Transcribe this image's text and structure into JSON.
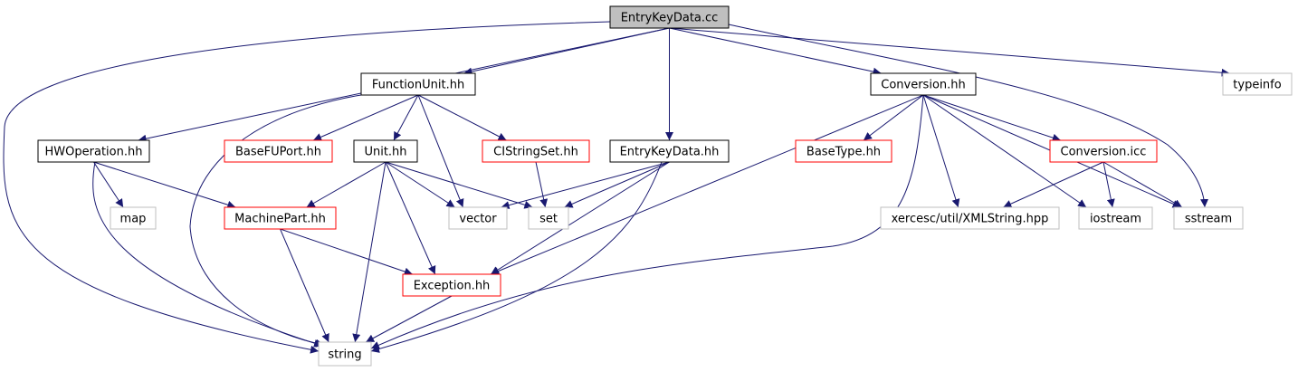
{
  "colors": {
    "edge": "#191970",
    "root_fill": "#bfbfbf",
    "root_border": "#000000",
    "documented_border": "#000000",
    "has_children_border": "#ff0000",
    "external_border": "#bfbfbf",
    "text": "#000000"
  },
  "nodes": [
    {
      "id": "entrykeydata_cc",
      "label": "EntryKeyData.cc",
      "kind": "root"
    },
    {
      "id": "functionunit_hh",
      "label": "FunctionUnit.hh",
      "kind": "documented"
    },
    {
      "id": "conversion_hh",
      "label": "Conversion.hh",
      "kind": "documented"
    },
    {
      "id": "typeinfo",
      "label": "typeinfo",
      "kind": "external"
    },
    {
      "id": "hwoperation_hh",
      "label": "HWOperation.hh",
      "kind": "documented"
    },
    {
      "id": "basefuport_hh",
      "label": "BaseFUPort.hh",
      "kind": "has-children"
    },
    {
      "id": "unit_hh",
      "label": "Unit.hh",
      "kind": "documented"
    },
    {
      "id": "cistringset_hh",
      "label": "CIStringSet.hh",
      "kind": "has-children"
    },
    {
      "id": "entrykeydata_hh",
      "label": "EntryKeyData.hh",
      "kind": "documented"
    },
    {
      "id": "basetype_hh",
      "label": "BaseType.hh",
      "kind": "has-children"
    },
    {
      "id": "conversion_icc",
      "label": "Conversion.icc",
      "kind": "has-children"
    },
    {
      "id": "map",
      "label": "map",
      "kind": "external"
    },
    {
      "id": "machinepart_hh",
      "label": "MachinePart.hh",
      "kind": "has-children"
    },
    {
      "id": "vector",
      "label": "vector",
      "kind": "external"
    },
    {
      "id": "set",
      "label": "set",
      "kind": "external"
    },
    {
      "id": "xmlstring_hpp",
      "label": "xercesc/util/XMLString.hpp",
      "kind": "external"
    },
    {
      "id": "iostream",
      "label": "iostream",
      "kind": "external"
    },
    {
      "id": "sstream",
      "label": "sstream",
      "kind": "external"
    },
    {
      "id": "exception_hh",
      "label": "Exception.hh",
      "kind": "has-children"
    },
    {
      "id": "string",
      "label": "string",
      "kind": "external"
    }
  ],
  "edges": [
    {
      "from": "entrykeydata_cc",
      "to": "functionunit_hh"
    },
    {
      "from": "entrykeydata_cc",
      "to": "conversion_hh"
    },
    {
      "from": "entrykeydata_cc",
      "to": "typeinfo"
    },
    {
      "from": "entrykeydata_cc",
      "to": "hwoperation_hh"
    },
    {
      "from": "entrykeydata_cc",
      "to": "entrykeydata_hh"
    },
    {
      "from": "entrykeydata_cc",
      "to": "sstream"
    },
    {
      "from": "entrykeydata_cc",
      "to": "string"
    },
    {
      "from": "functionunit_hh",
      "to": "basefuport_hh"
    },
    {
      "from": "functionunit_hh",
      "to": "unit_hh"
    },
    {
      "from": "functionunit_hh",
      "to": "cistringset_hh"
    },
    {
      "from": "functionunit_hh",
      "to": "vector"
    },
    {
      "from": "functionunit_hh",
      "to": "string"
    },
    {
      "from": "hwoperation_hh",
      "to": "map"
    },
    {
      "from": "hwoperation_hh",
      "to": "machinepart_hh"
    },
    {
      "from": "hwoperation_hh",
      "to": "string"
    },
    {
      "from": "unit_hh",
      "to": "machinepart_hh"
    },
    {
      "from": "unit_hh",
      "to": "vector"
    },
    {
      "from": "unit_hh",
      "to": "set"
    },
    {
      "from": "unit_hh",
      "to": "exception_hh"
    },
    {
      "from": "unit_hh",
      "to": "string"
    },
    {
      "from": "cistringset_hh",
      "to": "set"
    },
    {
      "from": "entrykeydata_hh",
      "to": "vector"
    },
    {
      "from": "entrykeydata_hh",
      "to": "set"
    },
    {
      "from": "entrykeydata_hh",
      "to": "exception_hh"
    },
    {
      "from": "entrykeydata_hh",
      "to": "string"
    },
    {
      "from": "machinepart_hh",
      "to": "exception_hh"
    },
    {
      "from": "machinepart_hh",
      "to": "string"
    },
    {
      "from": "exception_hh",
      "to": "string"
    },
    {
      "from": "conversion_hh",
      "to": "basetype_hh"
    },
    {
      "from": "conversion_hh",
      "to": "conversion_icc"
    },
    {
      "from": "conversion_hh",
      "to": "xmlstring_hpp"
    },
    {
      "from": "conversion_hh",
      "to": "iostream"
    },
    {
      "from": "conversion_hh",
      "to": "sstream"
    },
    {
      "from": "conversion_hh",
      "to": "exception_hh"
    },
    {
      "from": "conversion_hh",
      "to": "string"
    },
    {
      "from": "conversion_icc",
      "to": "xmlstring_hpp"
    },
    {
      "from": "conversion_icc",
      "to": "iostream"
    },
    {
      "from": "conversion_icc",
      "to": "sstream"
    }
  ]
}
